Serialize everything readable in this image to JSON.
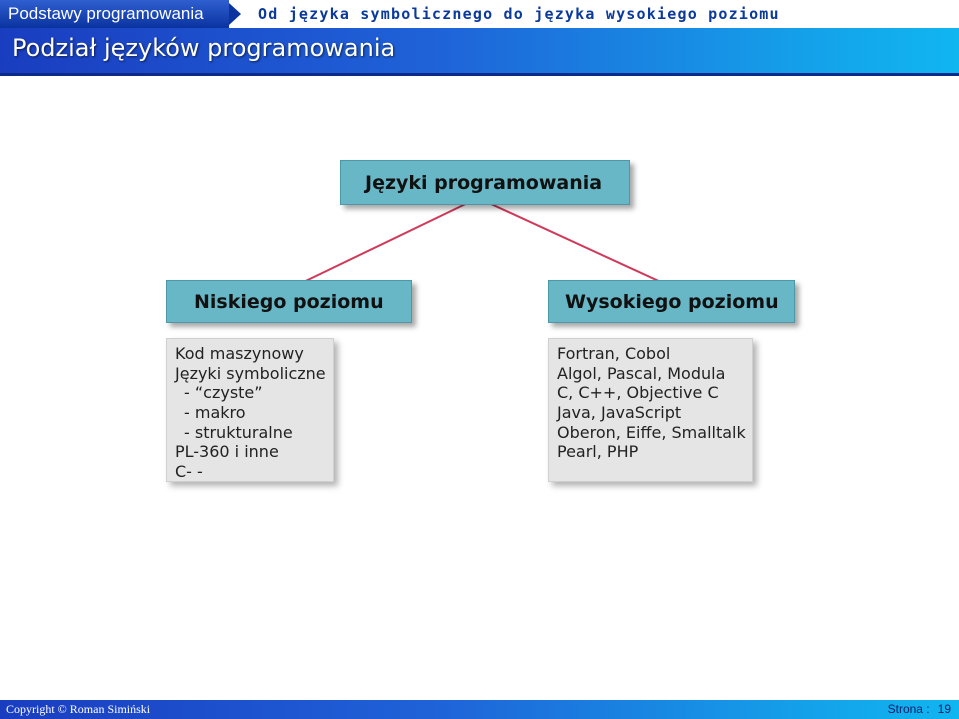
{
  "header": {
    "course": "Podstawy programowania",
    "topic": "Od języka symbolicznego do języka wysokiego poziomu",
    "title": "Podział języków programowania"
  },
  "diagram": {
    "root": "Języki programowania",
    "low": {
      "label": "Niskiego poziomu",
      "items": [
        "Kod maszynowy",
        "Języki symboliczne",
        "- “czyste”",
        "- makro",
        "- strukturalne",
        "PL-360 i inne",
        "C- -"
      ]
    },
    "high": {
      "label": "Wysokiego poziomu",
      "items": [
        "Fortran, Cobol",
        "Algol, Pascal, Modula",
        "C, C++, Objective C",
        "Java, JavaScript",
        "Oberon, Eiffe, Smalltalk",
        "Pearl, PHP"
      ]
    },
    "colors": {
      "node_fill": "#67b7c7",
      "list_fill": "#e5e5e5",
      "arrow": "#d03a5a"
    }
  },
  "footer": {
    "copyright": "Copyright © Roman Simiński",
    "page_label": "Strona :",
    "page_number": "19"
  }
}
